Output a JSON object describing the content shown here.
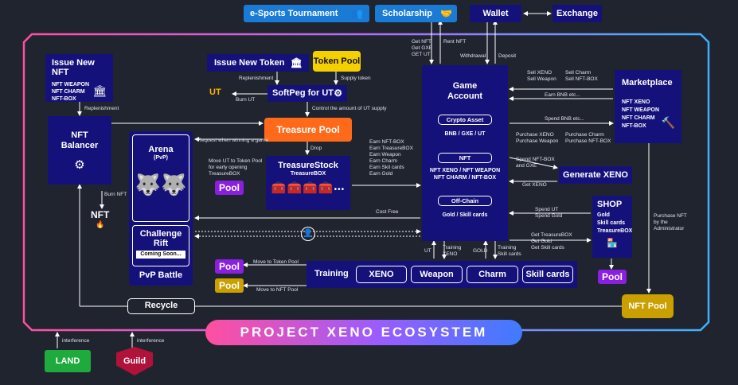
{
  "top": {
    "esports": "e-Sports Tournament",
    "scholarship": "Scholarship",
    "wallet": "Wallet",
    "exchange": "Exchange"
  },
  "issue_nft": {
    "title": "Issue New NFT",
    "items": [
      "NFT WEAPON",
      "NFT CHARM",
      "NFT-BOX"
    ]
  },
  "issue_token": {
    "title": "Issue New Token"
  },
  "token_pool": "Token Pool",
  "softpeg": "SoftPeg for UT",
  "nft_balancer": "NFT\nBalancer",
  "treasure_pool": "Treasure Pool",
  "treasure_stock": {
    "title": "TreasureStock",
    "sub": "TreasureBOX"
  },
  "arena": {
    "title": "Arena",
    "sub": "(PvP)"
  },
  "challenge": {
    "title": "Challenge\nRift",
    "soon": "Coming Soon..."
  },
  "pvp_battle": "PvP Battle",
  "pool": "Pool",
  "game_account": {
    "title": "Game\nAccount",
    "crypto_title": "Crypto Asset",
    "crypto_values": "BNB / GXE / UT",
    "nft_title": "NFT",
    "nft_values": "NFT XENO / NFT WEAPON\nNFT CHARM / NFT-BOX",
    "offchain_title": "Off-Chain",
    "offchain_values": "Gold / Skill cards"
  },
  "marketplace": {
    "title": "Marketplace",
    "items": [
      "NFT XENO",
      "NFT WEAPON",
      "NFT CHARM",
      "NFT-BOX"
    ]
  },
  "generate_xeno": "Generate XENO",
  "shop": {
    "title": "SHOP",
    "items": [
      "Gold",
      "Skill cards",
      "TreasureBOX"
    ]
  },
  "nft_pool": "NFT Pool",
  "recycle": "Recycle",
  "training": {
    "title": "Training",
    "items": [
      "XENO",
      "Weapon",
      "Charm",
      "Skill cards"
    ]
  },
  "nft_logo": "NFT",
  "ut_logo": "UT",
  "banner": "PROJECT XENO ECOSYSTEM",
  "land": "LAND",
  "guild": "Guild",
  "labels": {
    "replenishment1": "Replenishment",
    "replenishment2": "Replenishment",
    "supply_token": "Supply token",
    "burn_ut": "Burn UT",
    "control": "Control the amount of  UT supply",
    "request": "Request when winning a game",
    "drop": "Drop",
    "move_ut": "Move UT to Token Pool\nfor early opening\nTreasureBOX",
    "earn": "Earn NFT-BOX\nEarn TreasureBOX\nEarn Weapon\nEarn Charm\nEarn Skil cards\nEarn Gold",
    "burn_nft": "Burn NFT",
    "cost_free": "Cost Free",
    "get_nft": "Get NFT\nGet GXE\nGET UT",
    "rent_nft": "Rent NFT",
    "withdrawal": "Withdrawal",
    "deposit": "Deposit",
    "sell_xeno": "Sell XENO\nSell Weapon",
    "sell_charm": "Sell Charm\nSell NFT-BOX",
    "earn_bnb": "Earn BNB etc...",
    "spend_bnb": "Spend BNB etc...",
    "purchase_xeno": "Purchase XENO\nPurchase Weapon",
    "purchase_charm": "Purchase Charm\nPurchase NFT-BOX",
    "spend_nft": "Spend NFT-BOX\nand GXE",
    "get_xeno": "Get XENO",
    "spend_ut": "Spend UT\nSpend Gold",
    "get_treasure": "Get TreasureBOX\nGet Gold\nGet Skill cards",
    "purchase_nft": "Purchase NFT\nby the\nAdministrator",
    "ut": "UT",
    "training_xeno": "Training\nXENO",
    "gold": "GOLD",
    "training_skill": "Training\nSkill cards",
    "move_token": "Move to Token Pool",
    "move_nft": "Move to NFT Pool",
    "interference1": "interference",
    "interference2": "interference"
  },
  "colors": {
    "navy": "#15117a",
    "blue": "#1a7bd6",
    "purple": "#8a1fe0",
    "gold": "#c9a000",
    "orange": "#ff6a1a",
    "banner_start": "#ff4fa0",
    "banner_end": "#3f7bff",
    "land": "#1eaa3c",
    "guild": "#b0123a"
  }
}
